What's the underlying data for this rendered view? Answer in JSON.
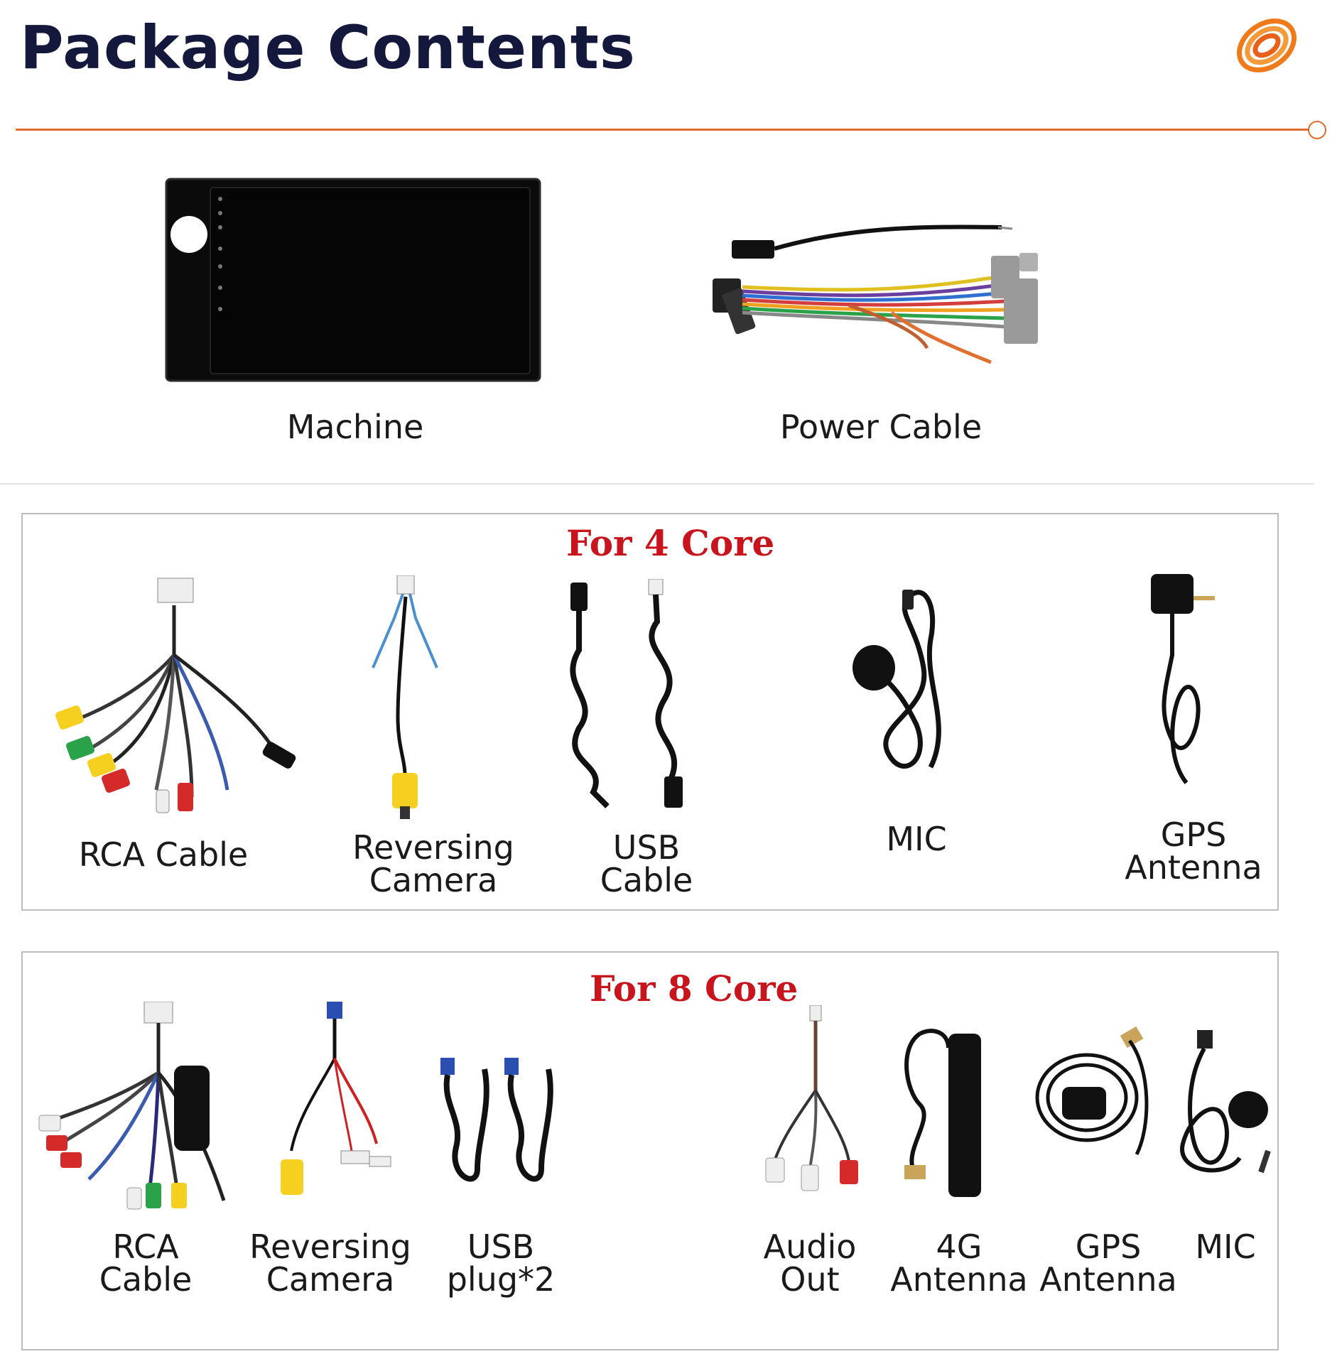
{
  "header": {
    "title": "Package Contents"
  },
  "top_items": [
    {
      "label": "Machine"
    },
    {
      "label": "Power Cable"
    }
  ],
  "section_4core": {
    "title": "For 4 Core",
    "items": [
      {
        "label_lines": [
          "RCA Cable"
        ]
      },
      {
        "label_lines": [
          "Reversing",
          "Camera"
        ]
      },
      {
        "label_lines": [
          "USB",
          "Cable"
        ]
      },
      {
        "label_lines": [
          "MIC"
        ]
      },
      {
        "label_lines": [
          "GPS",
          "Antenna"
        ]
      }
    ]
  },
  "section_8core": {
    "title": "For 8 Core",
    "items": [
      {
        "label_lines": [
          "RCA",
          "Cable"
        ]
      },
      {
        "label_lines": [
          "Reversing",
          "Camera"
        ]
      },
      {
        "label_lines": [
          "USB",
          "plug*2"
        ]
      },
      {
        "label_lines": [
          "Audio",
          "Out"
        ]
      },
      {
        "label_lines": [
          "4G",
          "Antenna"
        ]
      },
      {
        "label_lines": [
          "GPS",
          "Antenna"
        ]
      },
      {
        "label_lines": [
          "MIC"
        ]
      }
    ]
  },
  "colors": {
    "title": "#14183d",
    "accent": "#e06d2c",
    "section_title": "#c8141c",
    "box_border": "#bcbcbc"
  }
}
